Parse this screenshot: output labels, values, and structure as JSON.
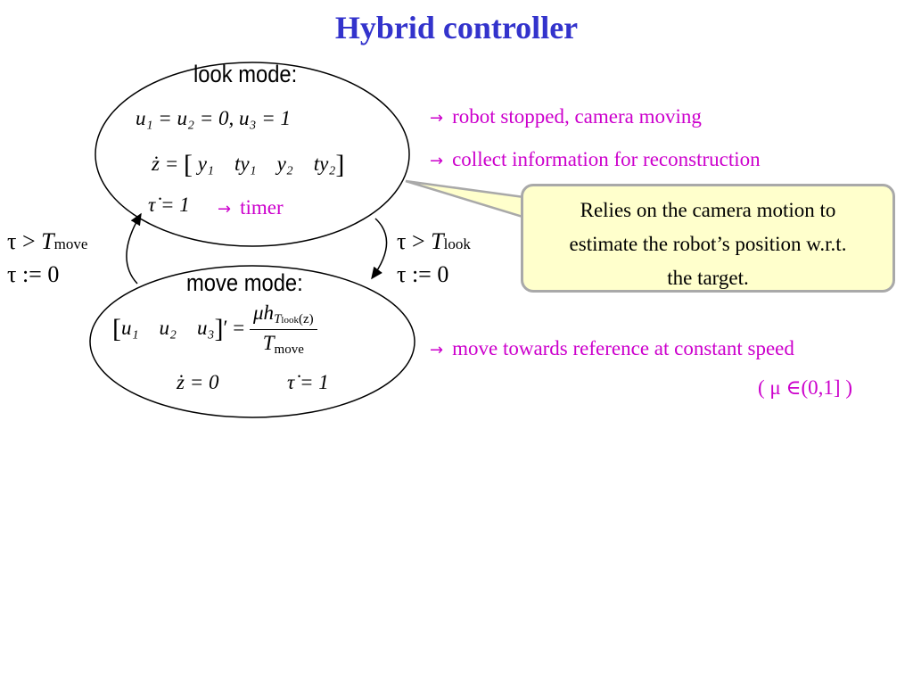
{
  "title": "Hybrid controller",
  "colors": {
    "title": "#3333cc",
    "note": "#cc00cc",
    "callout_fill": "#ffffcc",
    "callout_border": "#a9a9a9"
  },
  "look_mode": {
    "label": "look mode:",
    "eq1": "u₁ = u₂ = 0,    u₃ = 1",
    "eq2_lhs": "ż = ",
    "eq2_terms": [
      "y₁",
      "ty₁",
      "y₂",
      "ty₂"
    ],
    "eq3": "τ̇ = 1"
  },
  "move_mode": {
    "label": "move mode:",
    "eq1_lhs_terms": [
      "u₁",
      "u₂",
      "u₃"
    ],
    "eq1_prime": "′ =",
    "eq1_num": "μh",
    "eq1_num_sub": "T",
    "eq1_num_subsub": "look",
    "eq1_num_arg": "(z)",
    "eq1_den": "T",
    "eq1_den_sub": "move",
    "eq2a": "ż = 0",
    "eq2b": "τ̇ = 1"
  },
  "notes": {
    "arrow": "→",
    "robot": "robot stopped, camera moving",
    "collect": "collect information for reconstruction",
    "timer": "timer",
    "move": "move towards reference at constant speed",
    "mu": "( μ ∈(0,1] )"
  },
  "transitions": {
    "to_look": {
      "cond_var": "τ > ",
      "T": "T",
      "sub": "move",
      "reset": "τ := 0"
    },
    "to_move": {
      "cond_var": "τ > ",
      "T": "T",
      "sub": "look",
      "reset": "τ := 0"
    }
  },
  "callout": {
    "line1": "Relies on the camera motion to",
    "line2": "estimate the robot’s position w.r.t.",
    "line3": "the target."
  }
}
